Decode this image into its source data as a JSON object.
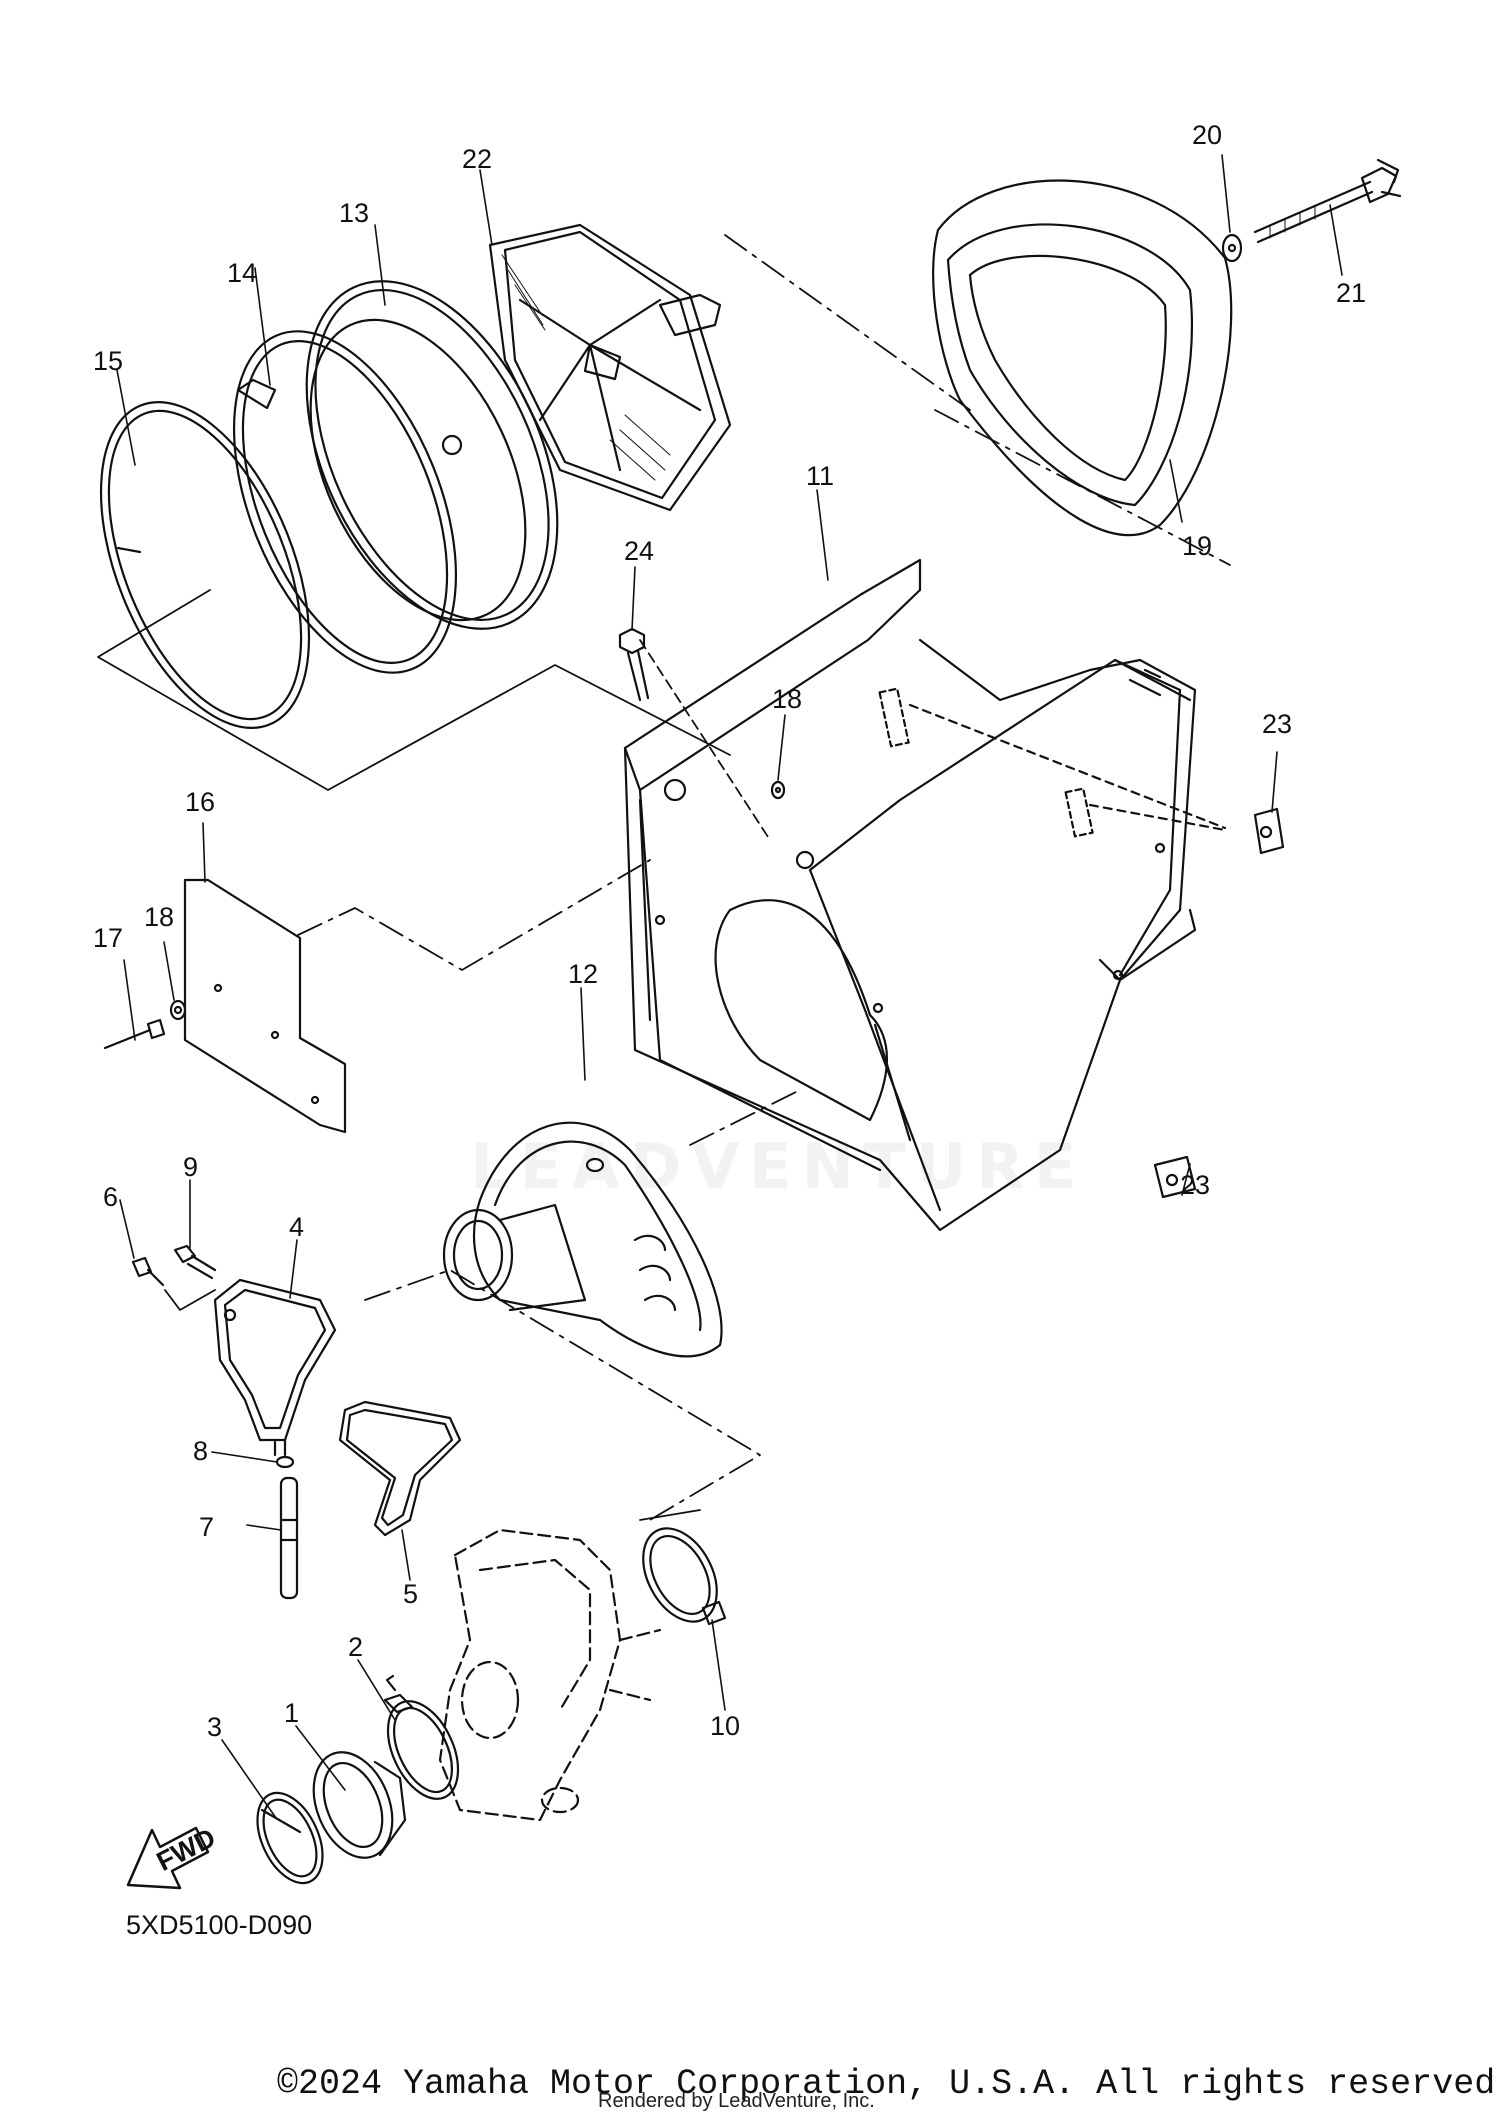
{
  "drawing": {
    "code": "5XD5100-D090",
    "fwd_label": "FWD",
    "watermark": "LEADVENTURE"
  },
  "callouts": {
    "p1": "1",
    "p2": "2",
    "p3": "3",
    "p4": "4",
    "p5": "5",
    "p6": "6",
    "p7": "7",
    "p8": "8",
    "p9": "9",
    "p10": "10",
    "p11": "11",
    "p12": "12",
    "p13": "13",
    "p14": "14",
    "p15": "15",
    "p16": "16",
    "p17": "17",
    "p18a": "18",
    "p18b": "18",
    "p19": "19",
    "p20": "20",
    "p21": "21",
    "p22": "22",
    "p23a": "23",
    "p23b": "23",
    "p24": "24"
  },
  "footer": {
    "copyright": "©2024 Yamaha Motor Corporation, U.S.A. All rights reserved.",
    "rendered_by": "Rendered by LeadVenture, Inc."
  }
}
